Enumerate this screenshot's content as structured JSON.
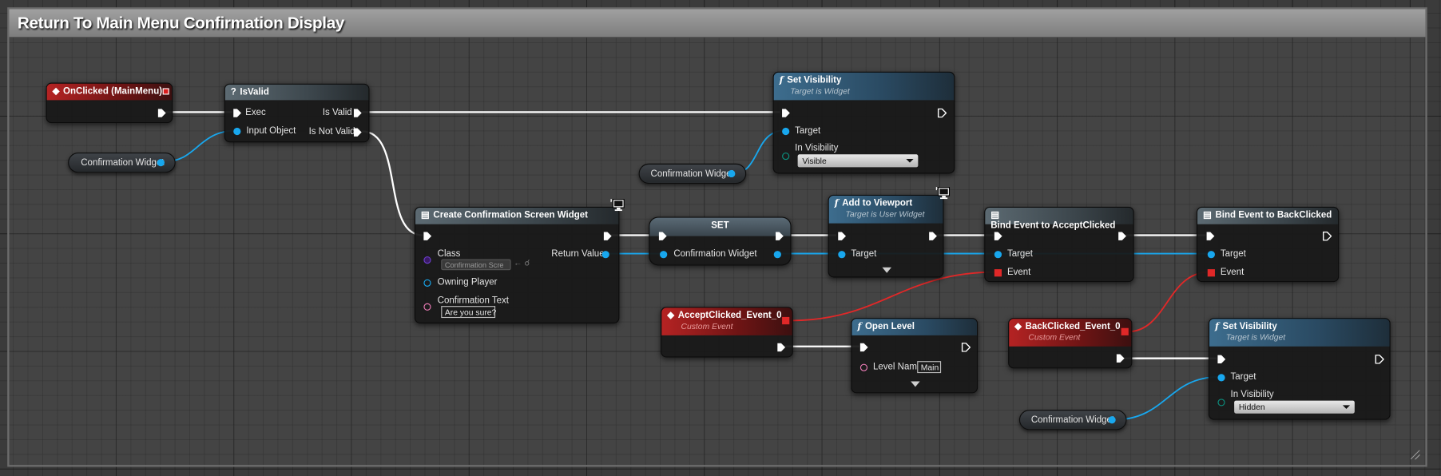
{
  "comment": {
    "title": "Return To Main Menu Confirmation Display"
  },
  "colors": {
    "exec_wire": "#ffffff",
    "object_wire": "#18a7ee",
    "delegate_wire": "#e02828",
    "event_header": "#b52323",
    "function_header": "#3d6d8e"
  },
  "nodes": {
    "onclicked": {
      "title": "OnClicked (MainMenu)",
      "icon": "event-diamond-icon"
    },
    "isvalid": {
      "title": "IsValid",
      "icon": "question-icon",
      "exec": "Exec",
      "input_object": "Input Object",
      "is_valid": "Is Valid",
      "is_not_valid": "Is Not Valid"
    },
    "var_cw_1": {
      "label": "Confirmation Widget"
    },
    "var_cw_2": {
      "label": "Confirmation Widget"
    },
    "var_cw_3": {
      "label": "Confirmation Widget"
    },
    "setvis1": {
      "title": "Set Visibility",
      "subtitle": "Target is Widget",
      "target": "Target",
      "in_visibility": "In Visibility",
      "value": "Visible"
    },
    "create": {
      "title": "Create Confirmation Screen Widget",
      "class": "Class",
      "class_value": "Confirmation Scre",
      "return_value": "Return Value",
      "owning_player": "Owning Player",
      "confirmation_text": "Confirmation Text",
      "text_value": "Are you sure?"
    },
    "set": {
      "title": "SET",
      "var": "Confirmation Widget"
    },
    "addviewport": {
      "title": "Add to Viewport",
      "subtitle": "Target is User Widget",
      "target": "Target"
    },
    "bindaccept": {
      "title": "Bind Event to AcceptClicked",
      "target": "Target",
      "event": "Event"
    },
    "bindback": {
      "title": "Bind Event to BackClicked",
      "target": "Target",
      "event": "Event"
    },
    "acceptevent": {
      "title": "AcceptClicked_Event_0",
      "subtitle": "Custom Event"
    },
    "openlevel": {
      "title": "Open Level",
      "level_name": "Level Name",
      "value": "Main"
    },
    "backevent": {
      "title": "BackClicked_Event_0",
      "subtitle": "Custom Event"
    },
    "setvis2": {
      "title": "Set Visibility",
      "subtitle": "Target is Widget",
      "target": "Target",
      "in_visibility": "In Visibility",
      "value": "Hidden"
    }
  }
}
